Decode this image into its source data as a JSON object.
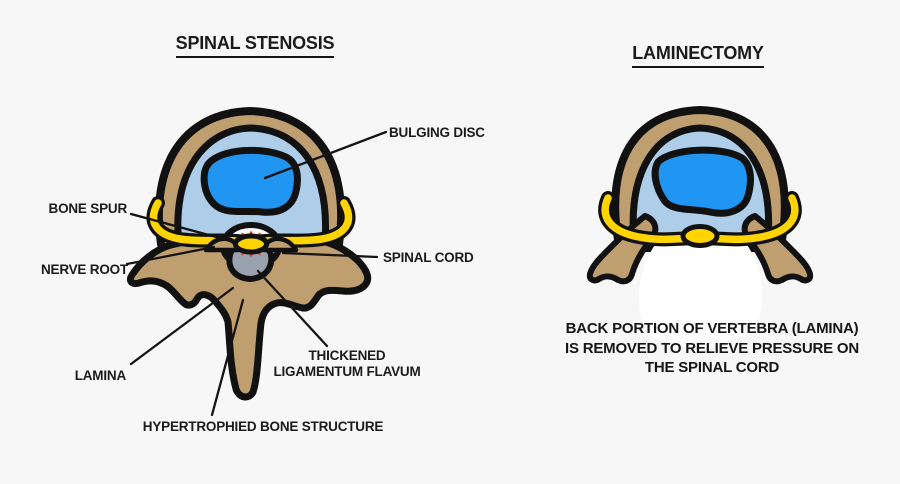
{
  "figure": {
    "description": "Comparison diagram of a spinal stenosis vertebra cross-section versus a laminectomy vertebra cross-section"
  },
  "left_panel": {
    "title": "SPINAL STENOSIS",
    "labels": {
      "bulging_disc": "BULGING DISC",
      "bone_spur": "BONE SPUR",
      "nerve_root": "NERVE ROOT",
      "spinal_cord": "SPINAL CORD",
      "lamina": "LAMINA",
      "thickened_line1": "THICKENED",
      "thickened_line2": "LIGAMENTUM FLAVUM",
      "hypertrophied": "HYPERTROPHIED BONE STRUCTURE"
    }
  },
  "right_panel": {
    "title": "LAMINECTOMY",
    "caption_lines": [
      "BACK PORTION OF VERTEBRA (LAMINA)",
      "IS REMOVED TO RELIEVE PRESSURE ON",
      "THE SPINAL CORD"
    ]
  },
  "colors": {
    "background": "#f7f7f7",
    "bone_tan": "#bf9e6f",
    "disc_light_blue": "#aecde9",
    "disc_nucleus_blue": "#2095f2",
    "nerve_yellow": "#ffd400",
    "compressed_canal_grey": "#9aa2b0",
    "inflammation_red": "#e0352b",
    "outline_black": "#111111",
    "removed_lamina_white": "#ffffff",
    "text": "#1b1b1b"
  }
}
